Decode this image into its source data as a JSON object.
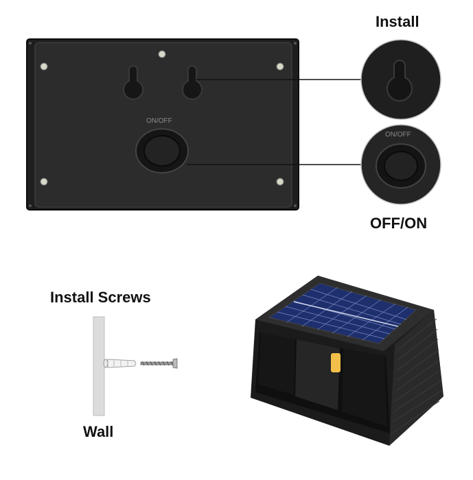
{
  "labels": {
    "install": "Install",
    "off_on": "OFF/ON",
    "install_screws": "Install Screws",
    "wall": "Wall",
    "on_off_panel": "ON/OFF",
    "on_off_zoom": "ON/OFF"
  }
}
